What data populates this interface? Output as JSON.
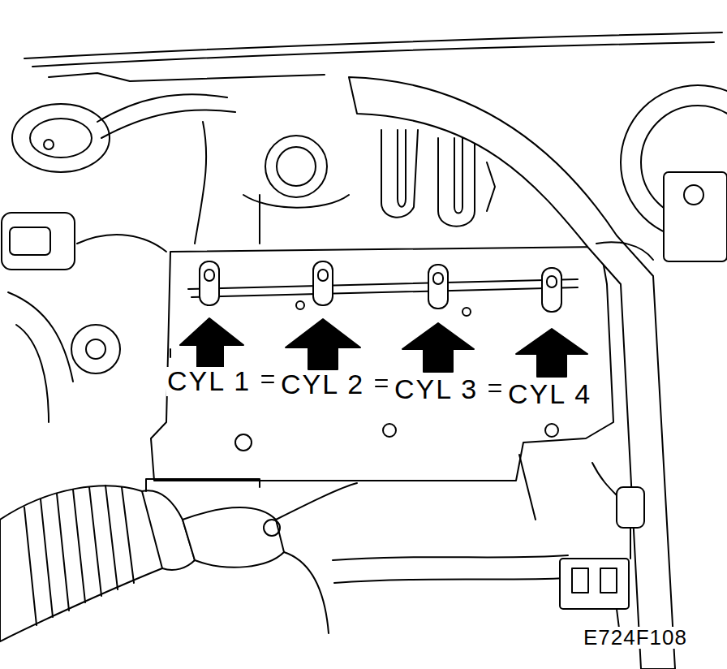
{
  "diagram": {
    "labels": [
      "CYL 1",
      "CYL 2",
      "CYL 3",
      "CYL 4",
      "E724F108"
    ]
  }
}
